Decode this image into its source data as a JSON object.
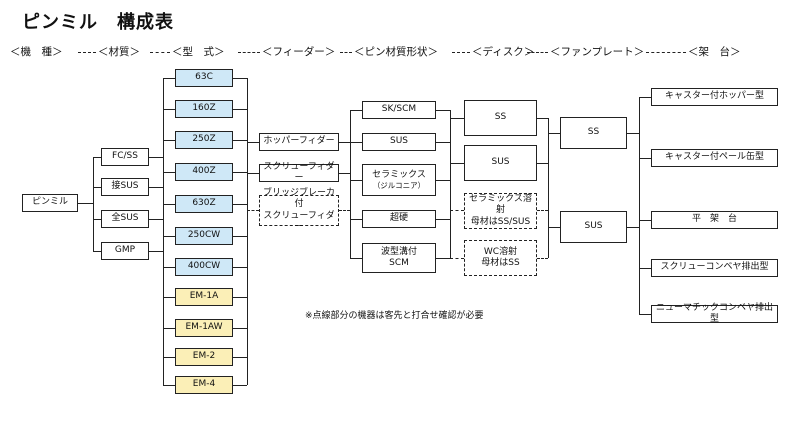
{
  "title": "ピンミル　構成表",
  "headers": [
    "＜機　種＞",
    "＜材質＞",
    "＜型　式＞",
    "＜フィーダー＞",
    "＜ピン材質形状＞",
    "＜ディスク＞",
    "＜ファンプレート＞",
    "＜架　台＞"
  ],
  "machine": "ピンミル",
  "materials": [
    "FC/SS",
    "接SUS",
    "全SUS",
    "GMP"
  ],
  "models": [
    "63C",
    "160Z",
    "250Z",
    "400Z",
    "630Z",
    "250CW",
    "400CW",
    "EM-1A",
    "EM-1AW",
    "EM-2",
    "EM-4"
  ],
  "feeders": [
    "ホッパーフィダー",
    "スクリューフィダー",
    "ブリッジブレーカ付",
    "スクリューフィダー"
  ],
  "pins": [
    "SK/SCM",
    "SUS",
    "セラミックス",
    "（ジルコニア）",
    "超硬",
    "波型溝付",
    "SCM"
  ],
  "discs": [
    "SS",
    "SUS",
    "セラミックス溶射",
    "母材はSS/SUS",
    "WC溶射",
    "母材はSS"
  ],
  "fans": [
    "SS",
    "SUS"
  ],
  "stands": [
    "キャスター付ホッパー型",
    "キャスター付ペール缶型",
    "平　架　台",
    "スクリューコンベヤ排出型",
    "ニューマチックコンベヤ排出型"
  ],
  "note": "※点線部分の機器は客先と打合せ確認が必要",
  "colors": {
    "model_blue": "#cfe8f7",
    "model_yellow": "#fbefb7",
    "line": "#222222"
  }
}
